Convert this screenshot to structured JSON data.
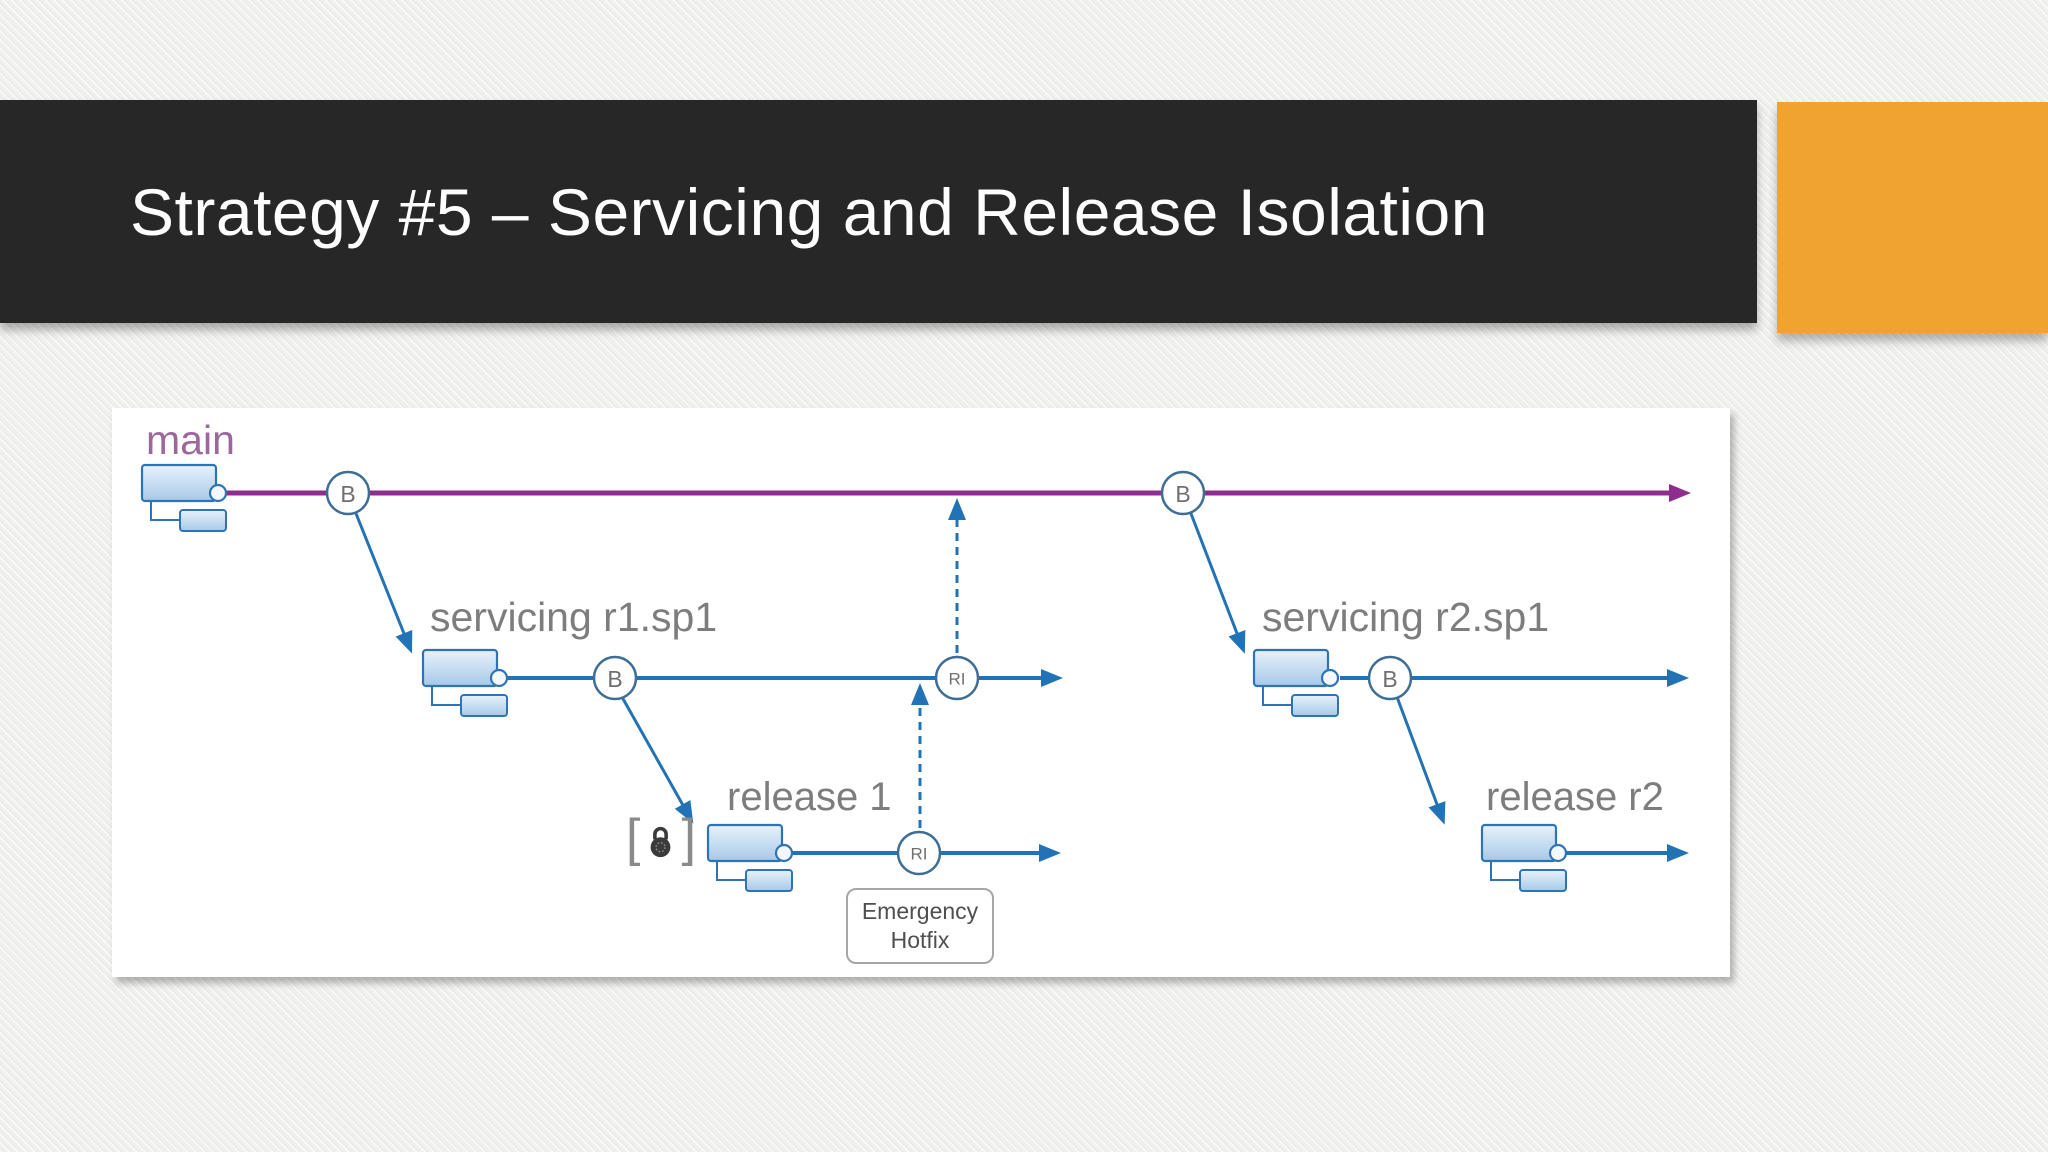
{
  "slide": {
    "title": "Strategy #5 – Servicing and Release Isolation"
  },
  "diagram": {
    "branch_labels": {
      "main": "main",
      "servicing_r1": "servicing r1.sp1",
      "release_1": "release 1",
      "servicing_r2": "servicing r2.sp1",
      "release_r2": "release r2"
    },
    "nodes": [
      {
        "label": "B"
      },
      {
        "label": "B"
      },
      {
        "label": "RI"
      },
      {
        "label": "RI"
      },
      {
        "label": "B"
      },
      {
        "label": "B"
      }
    ],
    "lock": {
      "left_bracket": "[",
      "right_bracket": "]",
      "icon": "padlock-icon"
    },
    "annotation": {
      "line1": "Emergency",
      "line2": "Hotfix"
    },
    "colors": {
      "title_bar_bg": "#272727",
      "title_text": "#fdfdfd",
      "accent_orange": "#f0a331",
      "background": "#f0f0ee",
      "panel_bg": "#ffffff",
      "main_line": "#8e2d8e",
      "branch_line": "#2273b5",
      "main_label": "#9c689c",
      "branch_label": "#7d7d7d",
      "node_border": "#3e6d96",
      "node_text": "#6f6f6f",
      "branch_icon_border": "#2e74b5",
      "lock_icon": "#3b3b3b",
      "hotfix_border": "#a6a6a6",
      "hotfix_text": "#4f4f4f"
    }
  }
}
